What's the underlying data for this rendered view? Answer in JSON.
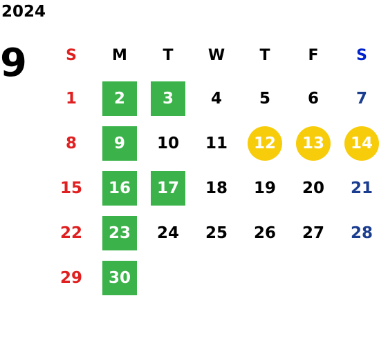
{
  "year": "2024",
  "month": "9",
  "weekdays": [
    "S",
    "M",
    "T",
    "W",
    "T",
    "F",
    "S"
  ],
  "weeks": [
    [
      "",
      "",
      "",
      "",
      "",
      "",
      ""
    ],
    [
      "1",
      "2",
      "3",
      "4",
      "5",
      "6",
      "7"
    ],
    [
      "8",
      "9",
      "10",
      "11",
      "12",
      "13",
      "14"
    ],
    [
      "15",
      "16",
      "17",
      "18",
      "19",
      "20",
      "21"
    ],
    [
      "22",
      "23",
      "24",
      "25",
      "26",
      "27",
      "28"
    ],
    [
      "29",
      "30",
      "",
      "",
      "",
      "",
      ""
    ]
  ],
  "highlights": {
    "green": [
      "2",
      "3",
      "9",
      "16",
      "17",
      "23",
      "30"
    ],
    "yellow_circle": [
      "12",
      "13",
      "14"
    ]
  },
  "colors": {
    "sunday": "#e02020",
    "saturday": "#1a3d8f",
    "green": "#3bb34a",
    "yellow": "#f7cc0a"
  }
}
